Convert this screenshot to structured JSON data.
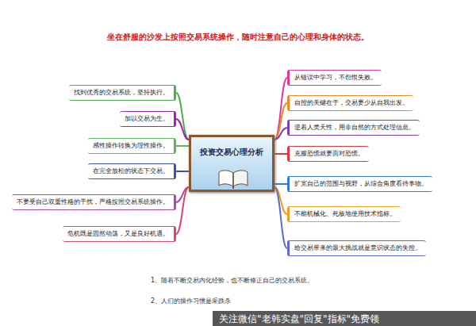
{
  "diagram": {
    "title": "坐在舒服的沙发上按照交易系统操作，随时注意自己的心理和身体的状态。",
    "nodes": [
      {
        "text": [
          "投资交易心理分析"
        ]
      },
      {
        "text": [
          "找到优秀的交易系统，坚持执行。"
        ]
      },
      {
        "text": [
          "加以交易为生。"
        ]
      },
      {
        "text": [
          "感性操作转换为理性操作。"
        ]
      },
      {
        "text": [
          "在完全放松的状态下交易。"
        ]
      },
      {
        "text": [
          "不要受自己双重性格的干扰，严格按照交易系统操作。"
        ]
      },
      {
        "text": [
          "危机既是固然动荡，又是良好机遇。"
        ]
      },
      {
        "text": [
          "从错误中学习，不怨恨失败。"
        ]
      },
      {
        "text": [
          "自控的关键在于，交易要少从自我出发。"
        ]
      },
      {
        "text": [
          "逆着人类天性，用非自然的方式处理信息。"
        ]
      },
      {
        "text": [
          "克服恐慌就要面对恐慌。"
        ]
      },
      {
        "text": [
          "扩宽自己的范围与视野，从综合角度看待事物。"
        ]
      },
      {
        "text": [
          "不能机械化、死板地使用技术指标。"
        ]
      },
      {
        "text": [
          "给交易带来的最大挑战就是意识状态的失控。"
        ]
      }
    ],
    "edges": [
      {
        "from": 0,
        "to": 1,
        "arrow": "none"
      },
      {
        "from": 0,
        "to": 2,
        "arrow": "none"
      },
      {
        "from": 0,
        "to": 3,
        "arrow": "none"
      },
      {
        "from": 0,
        "to": 4,
        "arrow": "none"
      },
      {
        "from": 0,
        "to": 5,
        "arrow": "none"
      },
      {
        "from": 0,
        "to": 6,
        "arrow": "none"
      },
      {
        "from": 0,
        "to": 7,
        "arrow": "none"
      },
      {
        "from": 0,
        "to": 8,
        "arrow": "none"
      },
      {
        "from": 0,
        "to": 9,
        "arrow": "none"
      },
      {
        "from": 0,
        "to": 10,
        "arrow": "none"
      },
      {
        "from": 0,
        "to": 11,
        "arrow": "none"
      },
      {
        "from": 0,
        "to": 12,
        "arrow": "none"
      },
      {
        "from": 0,
        "to": 13,
        "arrow": "none"
      }
    ],
    "labels": [
      "1、随着不断交易内化经验，也不断修正自己的交易系统。",
      "2、人们的操作习惯是采跌杀",
      "关注微信\"老韩实盘\"回复\"指标\"免费领"
    ]
  }
}
